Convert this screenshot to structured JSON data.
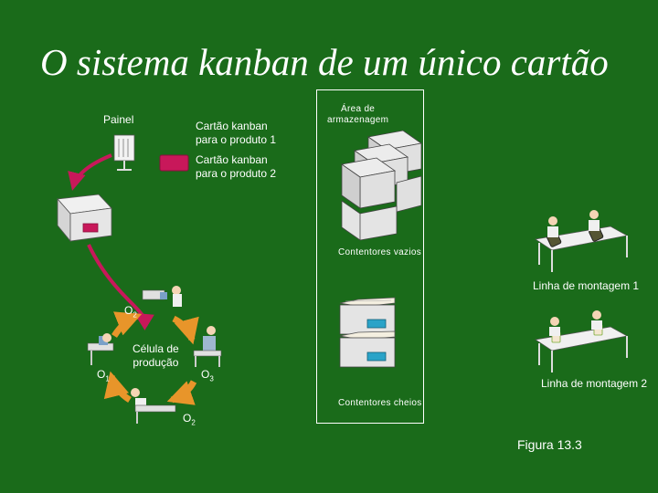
{
  "title": "O sistema kanban de um único cartão",
  "panel_label": "Painel",
  "card1_label": [
    "Cartão kanban",
    "para o produto 1"
  ],
  "card2_label": [
    "Cartão kanban",
    "para o produto 2"
  ],
  "storage_label": [
    "Área de",
    "armazenagem"
  ],
  "empty_containers_label": "Contentores vazios",
  "full_containers_label": "Contentores cheios",
  "assembly_line_1_label": "Linha de montagem 1",
  "assembly_line_2_label": "Linha de montagem 2",
  "cell_label": [
    "Célula de",
    "produção"
  ],
  "operations": {
    "o1": {
      "letter": "O",
      "sub": "1"
    },
    "o2_top": {
      "letter": "O",
      "sub": "2"
    },
    "o3": {
      "letter": "O",
      "sub": "3"
    },
    "o2_bottom": {
      "letter": "O",
      "sub": "2"
    }
  },
  "figure_label": "Figura 13.3",
  "colors": {
    "background": "#1a6b1a",
    "card": "#c8185a",
    "arrow": "#c8185a",
    "cycle_arrow": "#e8952a",
    "box": "#e6e6e6",
    "container_blue": "#2aa3c8"
  }
}
